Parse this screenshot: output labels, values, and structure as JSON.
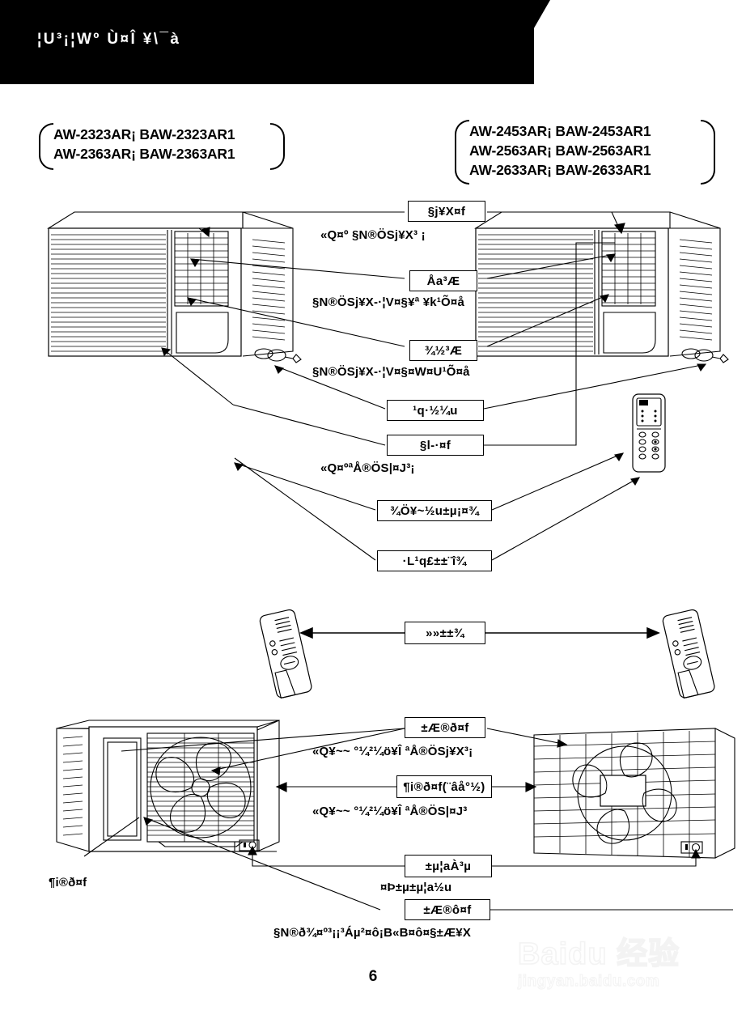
{
  "document": {
    "page_number": "6",
    "header_title": "¦U³¡¦Wº Ù¤Î ¥\\¯à"
  },
  "models": {
    "left_group": [
      "AW-2323AR¡ BAW-2323AR1",
      "AW-2363AR¡ BAW-2363AR1"
    ],
    "right_group": [
      "AW-2453AR¡ BAW-2453AR1",
      "AW-2563AR¡ BAW-2563AR1",
      "AW-2633AR¡ BAW-2633AR1"
    ]
  },
  "callouts": {
    "top_section": [
      {
        "box": "§j¥X¤f",
        "note": "«Q¤º §N®ÖSj¥X³ ¡"
      },
      {
        "box": "Åa³Æ",
        "note": "§N®ÖSj¥X-·¦V¤§¥ª ¥k¹Õ¤å"
      },
      {
        "box": "¾½³Æ",
        "note": "§N®ÖSj¥X-·¦V¤§¤W¤U¹Õ¤å"
      },
      {
        "box": "¹q·½¼u",
        "note": ""
      },
      {
        "box": "§l-·¤f",
        "note": "«Q¤ºªÅ®ÖS|¤J³¡"
      },
      {
        "box": "¾Ö¥~½u±µ¡¤¾",
        "note": ""
      },
      {
        "box": "·L¹q£±±¨î¾",
        "note": ""
      }
    ],
    "middle_section": [
      {
        "box": "»»±±¾",
        "note": ""
      }
    ],
    "bottom_section": [
      {
        "box": "±Æ®ð¤f",
        "note": "«Q¥~~ °¼²¼ö¥Î ªÅ®ÖSj¥X³¡"
      },
      {
        "box": "¶i®ð¤f(¨âå°½)",
        "note": "«Q¥~~ °¼²¼ö¥Î ªÅ®ÖS|¤J³"
      },
      {
        "box": "±µ¦aÀ³µ",
        "note": "¤Þ±µ±µ¦a½u"
      },
      {
        "box": "±Æ®ô¤f",
        "note": "§N®ð¾¤º³¡¡³Áµ²¤ô¡B«B¤ô¤§±Æ¥X"
      },
      {
        "box": "¶i®ð¤f",
        "note": "",
        "standalone": true
      }
    ]
  },
  "watermark": {
    "main": "Baidu 经验",
    "sub": "jingyan.baidu.com"
  },
  "icons": {
    "air_conditioner_front": "air-conditioner-front-icon",
    "air_conditioner_rear": "air-conditioner-rear-icon",
    "remote_control": "remote-control-icon",
    "power_cord": "power-cord-icon",
    "fan_blade": "fan-blade-icon"
  }
}
